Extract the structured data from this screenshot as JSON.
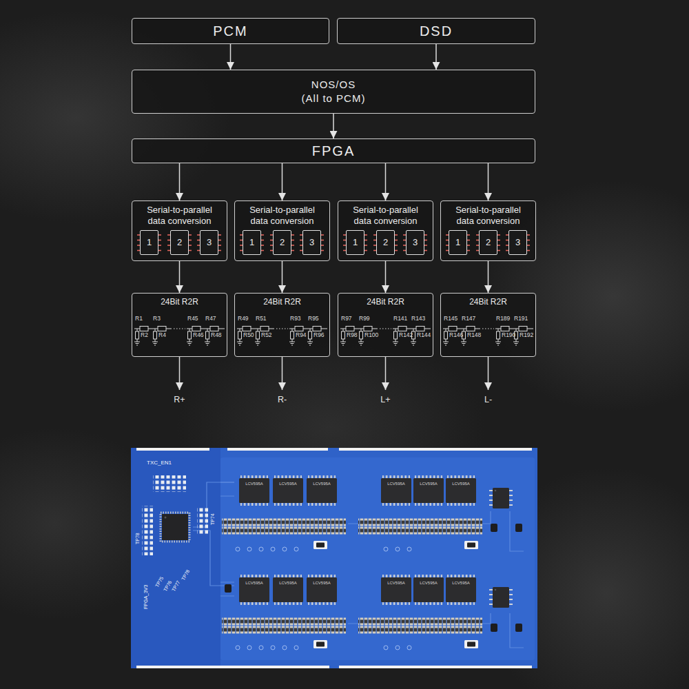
{
  "diagram": {
    "nodes": [
      {
        "text": [
          "PCM"
        ]
      },
      {
        "text": [
          "DSD"
        ]
      },
      {
        "text": [
          "NOS/OS",
          "(All to PCM)"
        ]
      },
      {
        "text": [
          "FPGA"
        ]
      },
      {
        "text": [
          "Serial-to-parallel data conversion"
        ]
      },
      {
        "text": [
          "1"
        ],
        "in": 4
      },
      {
        "text": [
          "2"
        ],
        "in": 4
      },
      {
        "text": [
          "3"
        ],
        "in": 4
      },
      {
        "text": [
          "Serial-to-parallel data conversion"
        ]
      },
      {
        "text": [
          "1"
        ],
        "in": 8
      },
      {
        "text": [
          "2"
        ],
        "in": 8
      },
      {
        "text": [
          "3"
        ],
        "in": 8
      },
      {
        "text": [
          "Serial-to-parallel data conversion"
        ]
      },
      {
        "text": [
          "1"
        ],
        "in": 12
      },
      {
        "text": [
          "2"
        ],
        "in": 12
      },
      {
        "text": [
          "3"
        ],
        "in": 12
      },
      {
        "text": [
          "Serial-to-parallel data conversion"
        ]
      },
      {
        "text": [
          "1"
        ],
        "in": 16
      },
      {
        "text": [
          "2"
        ],
        "in": 16
      },
      {
        "text": [
          "3"
        ],
        "in": 16
      },
      {
        "text": [
          "24Bit R2R"
        ]
      },
      {
        "text": [
          "24Bit R2R"
        ]
      },
      {
        "text": [
          "24Bit R2R"
        ]
      },
      {
        "text": [
          "24Bit R2R"
        ]
      }
    ],
    "edges": [
      {
        "from": 0,
        "to": 2,
        "arrow": "to"
      },
      {
        "from": 1,
        "to": 2,
        "arrow": "to"
      },
      {
        "from": 2,
        "to": 3,
        "arrow": "to"
      },
      {
        "from": 3,
        "to": 4,
        "arrow": "to"
      },
      {
        "from": 3,
        "to": 8,
        "arrow": "to"
      },
      {
        "from": 3,
        "to": 12,
        "arrow": "to"
      },
      {
        "from": 3,
        "to": 16,
        "arrow": "to"
      },
      {
        "from": 4,
        "to": 20,
        "arrow": "to"
      },
      {
        "from": 8,
        "to": 21,
        "arrow": "to"
      },
      {
        "from": 12,
        "to": 22,
        "arrow": "to"
      },
      {
        "from": 16,
        "to": 23,
        "arrow": "to"
      }
    ],
    "labels": [
      "R1",
      "R3",
      "R45",
      "R47",
      "R2",
      "R4",
      "R46",
      "R48",
      "R49",
      "R51",
      "R93",
      "R95",
      "R50",
      "R52",
      "R94",
      "R96",
      "R97",
      "R99",
      "R141",
      "R143",
      "R98",
      "R100",
      "R142",
      "R144",
      "R145",
      "R147",
      "R189",
      "R191",
      "R146",
      "R148",
      "R190",
      "R192",
      "R+",
      "R-",
      "L+",
      "L-",
      "TXC_EN1",
      "TP78",
      "TP74",
      "FPGA_3V3",
      "TP75",
      "TP76",
      "TP77",
      "TP78",
      "LCV595A",
      "LCV595A",
      "LCV595A",
      "LCV595A",
      "LCV595A",
      "LCV595A",
      "LCV595A",
      "LCV595A",
      "LCV595A",
      "LCV595A",
      "LCV595A",
      "LCV595A"
    ]
  }
}
